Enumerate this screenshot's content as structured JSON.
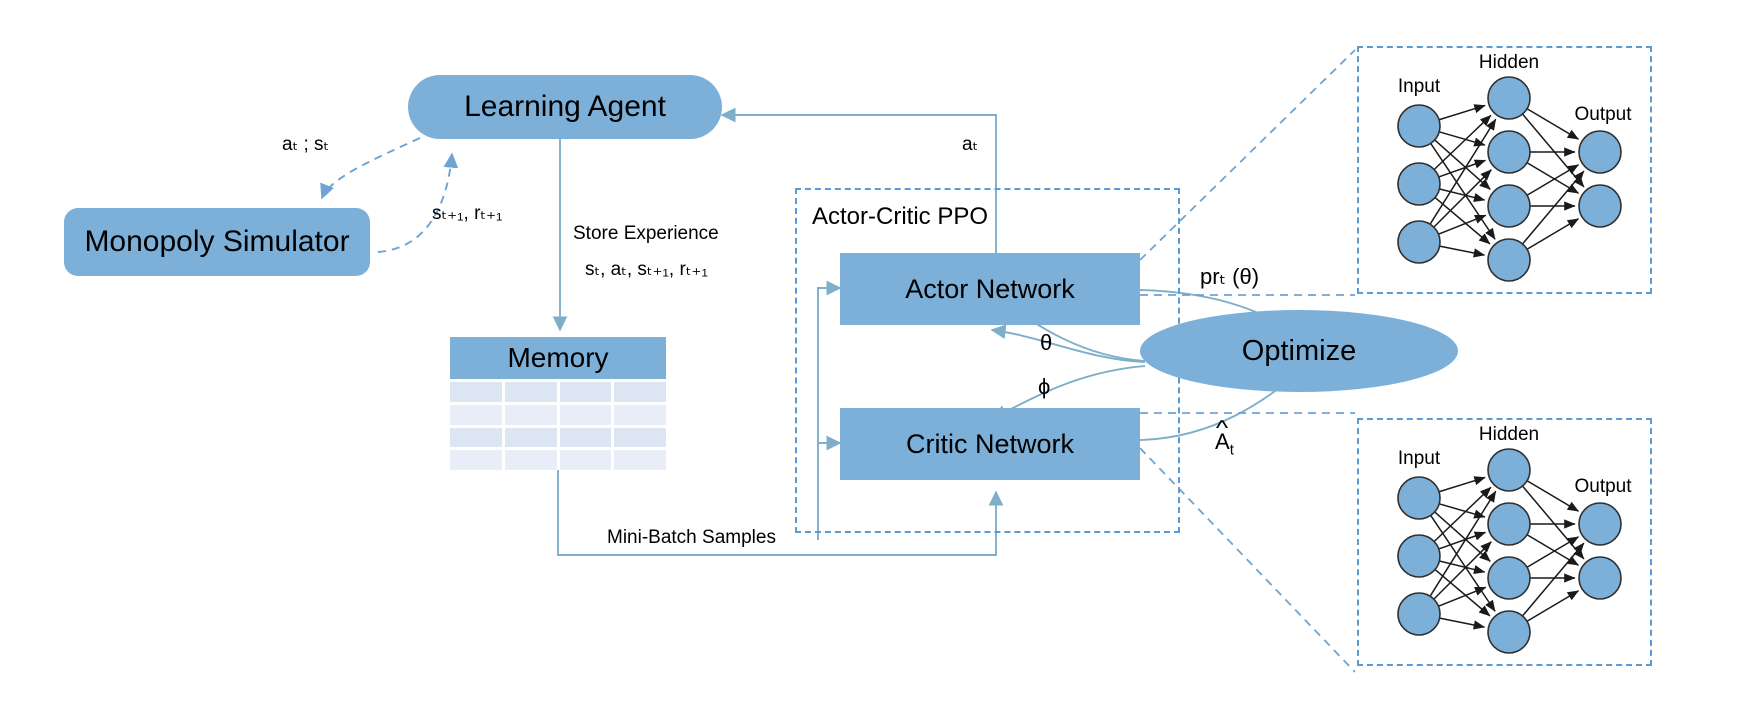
{
  "diagram": {
    "title": "Monopoly RL Actor-Critic PPO architecture",
    "colors": {
      "node_fill": "#7CB0D8",
      "dashed_border": "#5B9BD5",
      "arrow": "#7FAEC9",
      "table_row_a": "#DCE5F2",
      "table_row_b": "#E9EDF7",
      "nn_node_fill": "#7CB0D8",
      "nn_node_stroke": "#2F2F2F",
      "nn_edge": "#1A1A1A"
    }
  },
  "nodes": {
    "learning_agent": "Learning Agent",
    "monopoly_simulator": "Monopoly Simulator",
    "memory": "Memory",
    "actor_network": "Actor Network",
    "critic_network": "Critic Network",
    "optimize": "Optimize",
    "ppo_group": "Actor-Critic PPO"
  },
  "edge_labels": {
    "action_state": "aₜ ; sₜ",
    "next_state_reward": "sₜ₊₁, rₜ₊₁",
    "store_experience": "Store Experience",
    "store_tuple": "sₜ,  aₜ,  sₜ₊₁, rₜ₊₁",
    "mini_batch": "Mini-Batch Samples",
    "action": "aₜ",
    "theta": "θ",
    "phi": "ϕ",
    "prob_ratio": "prₜ (θ)",
    "advantage": "Âₜ"
  },
  "memory_table": {
    "header": "Memory",
    "columns": 4,
    "rows": 4
  },
  "neural_networks": [
    {
      "id": "actor-nn",
      "layers": [
        {
          "name": "Input",
          "nodes": 3
        },
        {
          "name": "Hidden",
          "nodes": 4
        },
        {
          "name": "Output",
          "nodes": 2
        }
      ]
    },
    {
      "id": "critic-nn",
      "layers": [
        {
          "name": "Input",
          "nodes": 3
        },
        {
          "name": "Hidden",
          "nodes": 4
        },
        {
          "name": "Output",
          "nodes": 2
        }
      ]
    }
  ]
}
